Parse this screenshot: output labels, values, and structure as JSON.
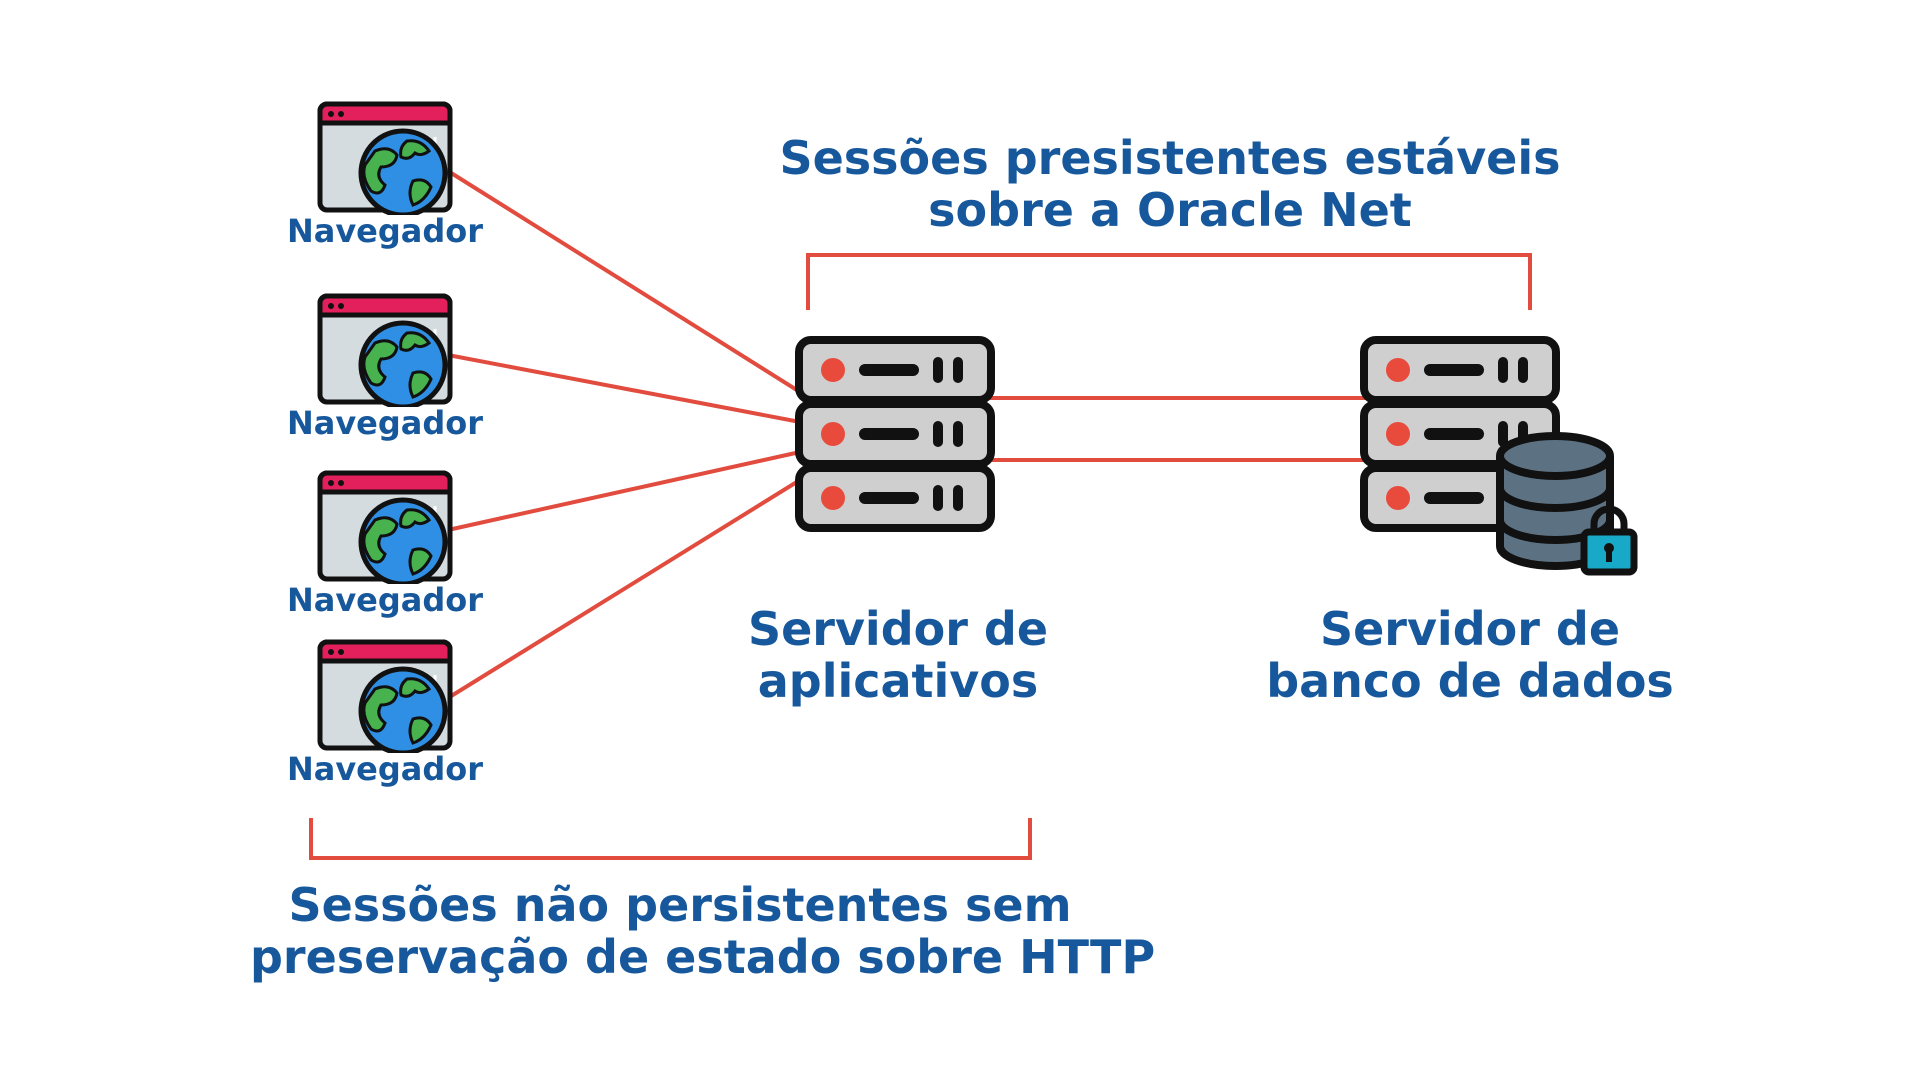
{
  "colors": {
    "text": "#17589c",
    "line": "#e24c3f",
    "browser_bar": "#e31f5c",
    "browser_body": "#d5dce0",
    "globe_water": "#2e8fe4",
    "globe_land": "#48b24f",
    "server_body": "#cfcfcf",
    "server_led": "#e84b3c",
    "outline": "#111111",
    "db": "#5c7283",
    "lock": "#18a9c9"
  },
  "browsers": [
    {
      "label": "Navegador",
      "icon": "browser-globe-icon"
    },
    {
      "label": "Navegador",
      "icon": "browser-globe-icon"
    },
    {
      "label": "Navegador",
      "icon": "browser-globe-icon"
    },
    {
      "label": "Navegador",
      "icon": "browser-globe-icon"
    }
  ],
  "app_server": {
    "label_line1": "Servidor de",
    "label_line2": "aplicativos",
    "icon": "server-rack-icon"
  },
  "db_server": {
    "label_line1": "Servidor de",
    "label_line2": "banco de dados",
    "icon": "database-server-lock-icon"
  },
  "top_caption": {
    "line1": "Sessões presistentes estáveis",
    "line2": "sobre a Oracle Net"
  },
  "bottom_caption": {
    "line1": "Sessões não persistentes sem",
    "line2": "preservação de estado sobre HTTP"
  }
}
